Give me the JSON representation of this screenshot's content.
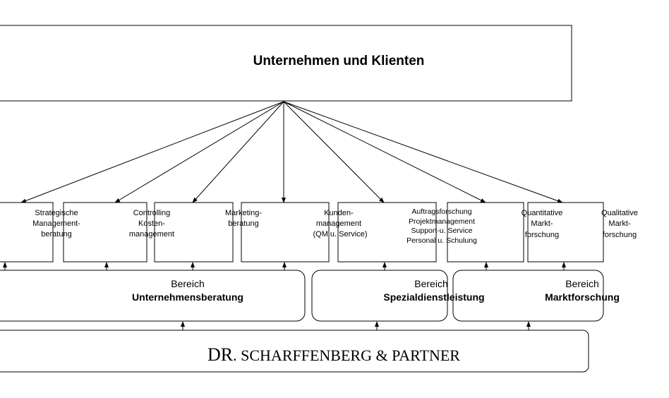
{
  "top": {
    "title": "Unternehmen und Klienten"
  },
  "services": [
    {
      "lines": [
        "Strategische",
        "Management-",
        "beratung"
      ]
    },
    {
      "lines": [
        "Controlling",
        "Kosten-",
        "management"
      ]
    },
    {
      "lines": [
        "Marketing-",
        "beratung",
        ""
      ]
    },
    {
      "lines": [
        "Kunden-",
        "management",
        "(QM u. Service)"
      ]
    },
    {
      "lines": [
        "Auftragsforschung",
        "Projektmanagement",
        "Support-u. Service",
        "Personal u. Schulung"
      ]
    },
    {
      "lines": [
        "Quantitative",
        "Markt-",
        "forschung"
      ]
    },
    {
      "lines": [
        "Qualitative",
        "Markt-",
        "forschung"
      ]
    }
  ],
  "divisions": [
    {
      "prefix": "Bereich",
      "name": "Unternehmensberatung"
    },
    {
      "prefix": "Bereich",
      "name": "Spezialdienstleistung"
    },
    {
      "prefix": "Bereich",
      "name": "Marktforschung"
    }
  ],
  "company": {
    "name_dr": "DR",
    "name_rest": ". SCHARFFENBERG & PARTNER",
    "name": "Dr. Scharffenberg & Partner"
  }
}
